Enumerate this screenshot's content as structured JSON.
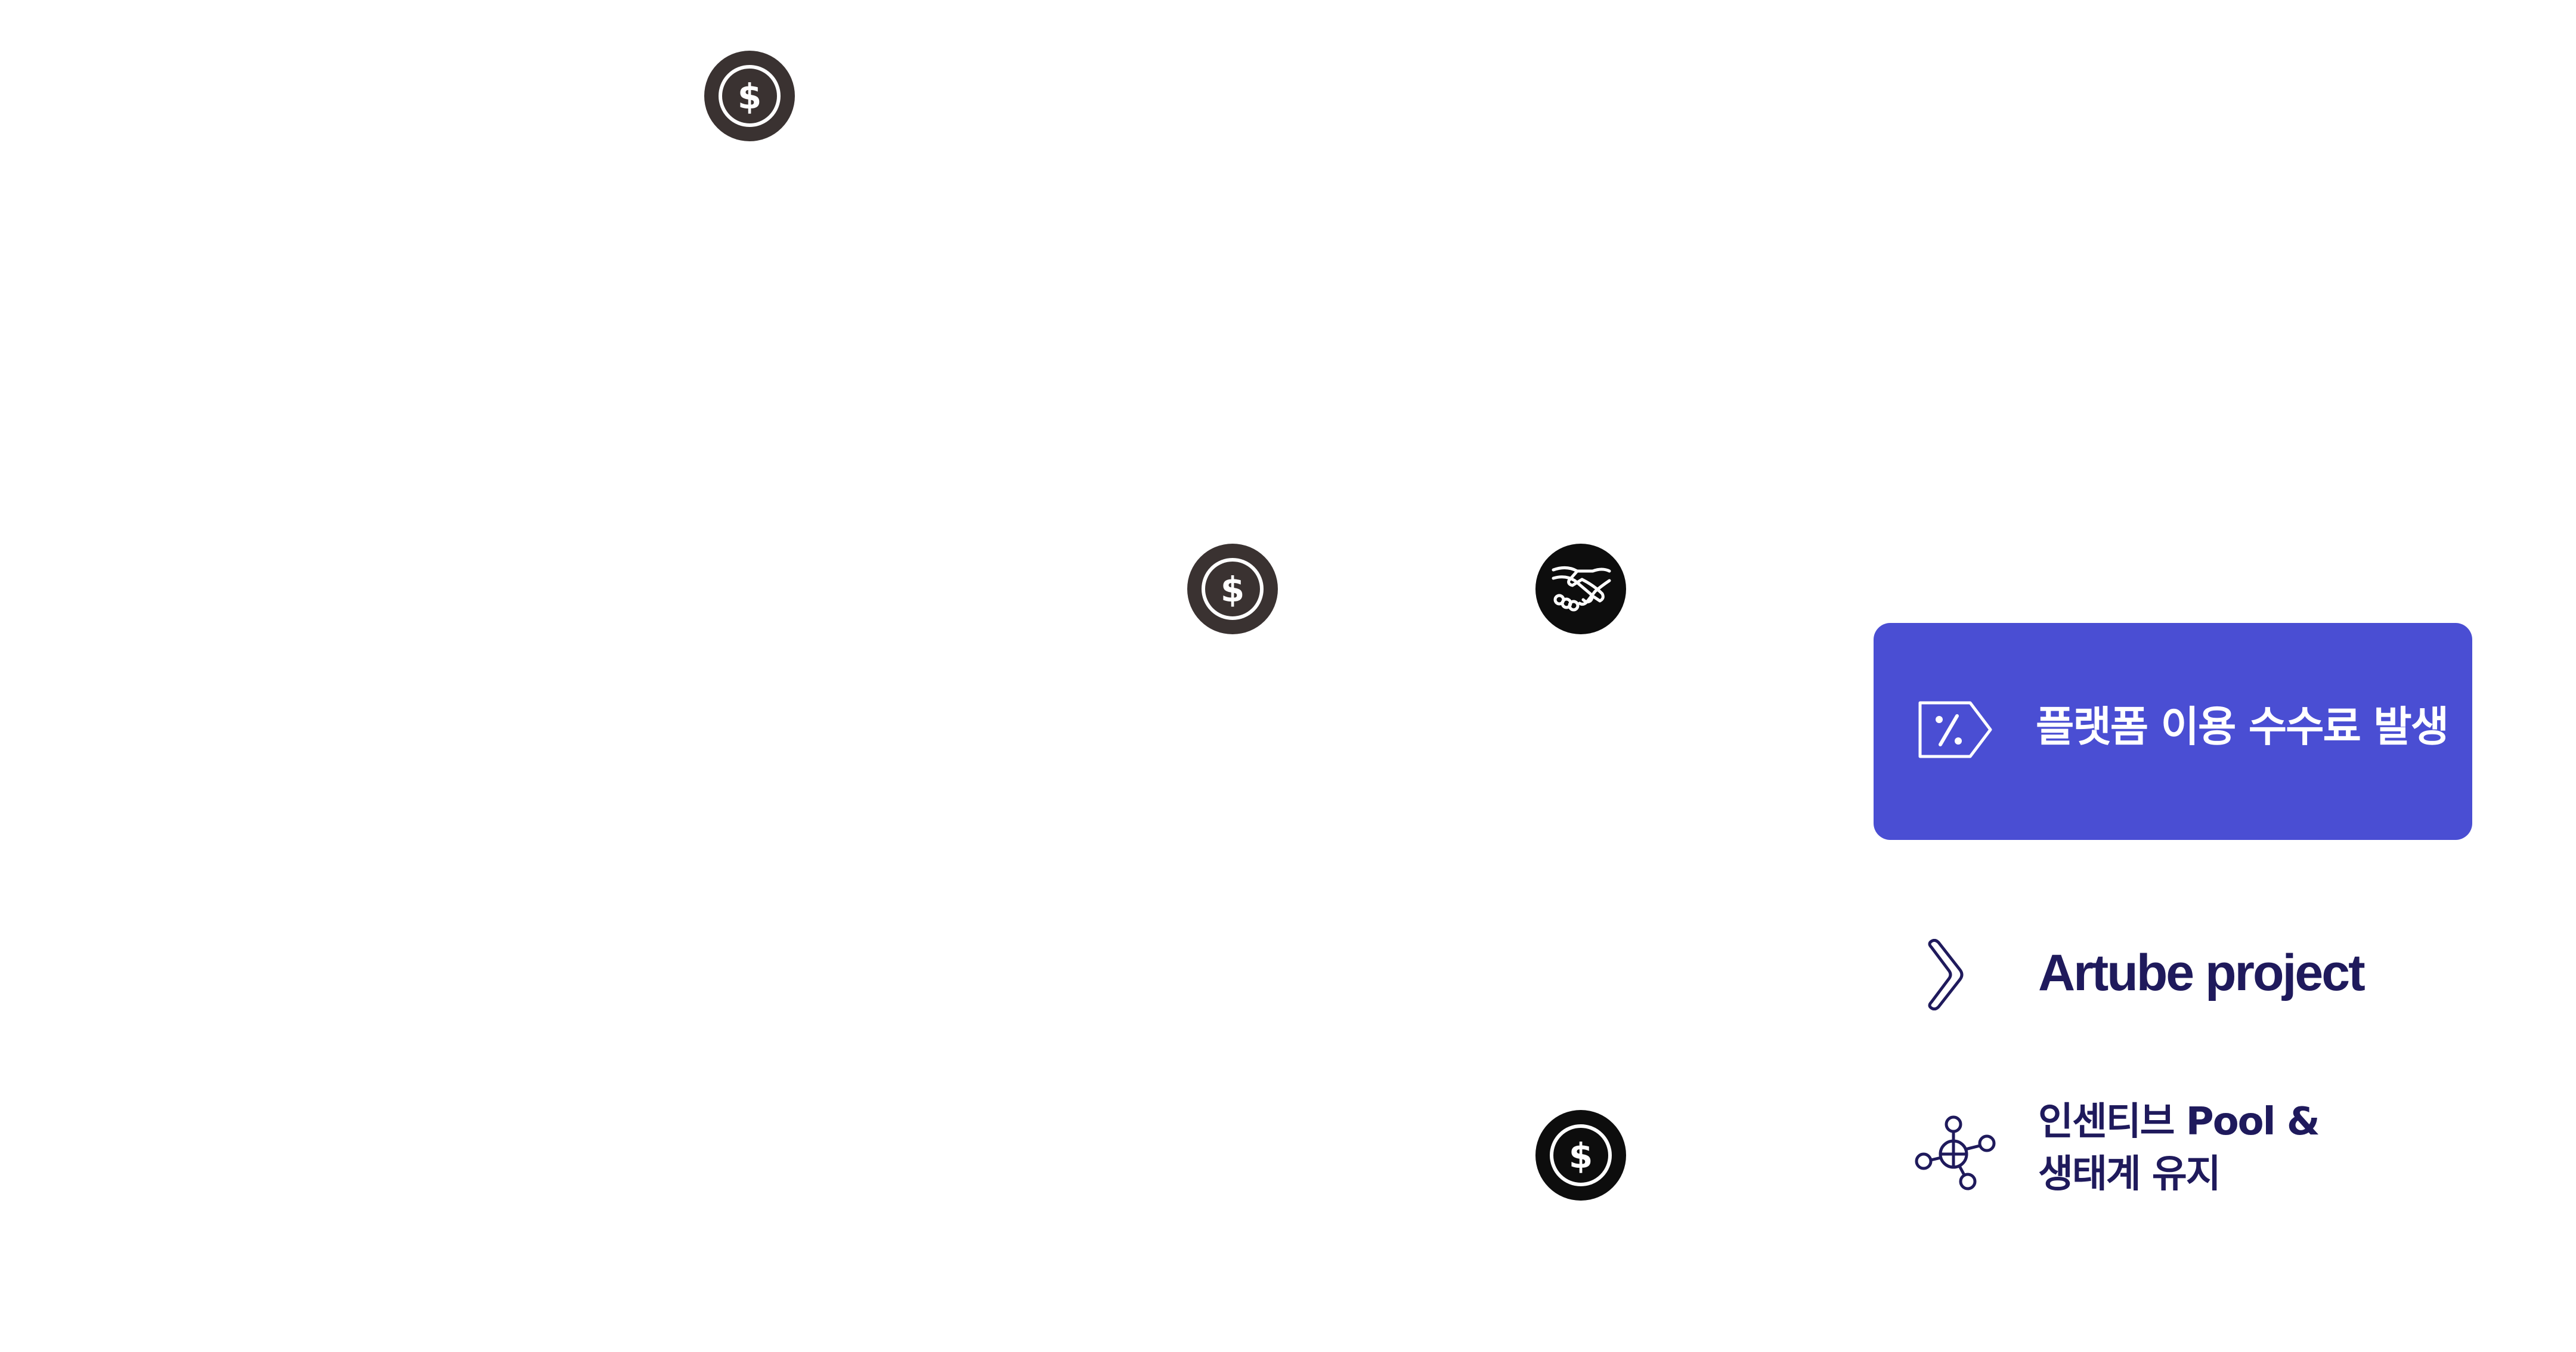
{
  "colors": {
    "background": "#ffffff",
    "coin_fill": "#3a3231",
    "coin_fill_dark": "#0d0d0d",
    "card_background": "#4a4ed3",
    "card_text": "#ffffff",
    "dark_text": "#1f1a5c"
  },
  "icons": {
    "coin_1": "dollar-coin-icon",
    "coin_2": "dollar-coin-icon",
    "handshake": "handshake-icon",
    "coin_3": "dollar-coin-icon",
    "fee_tag": "percent-tag-icon",
    "artube": "chevron-right-icon",
    "incentive": "network-nodes-icon"
  },
  "fee_card": {
    "label": "플랫폼 이용 수수료 발생"
  },
  "artube_row": {
    "label": "Artube project"
  },
  "incentive_row": {
    "line1": "인센티브 Pool &",
    "line2": "생태계 유지"
  }
}
